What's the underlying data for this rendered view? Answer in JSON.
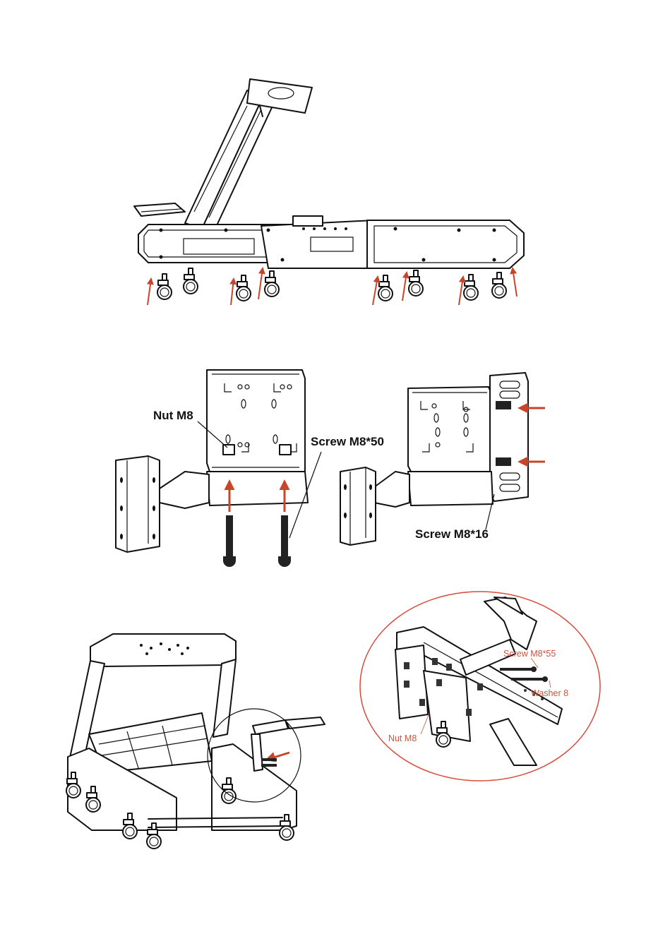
{
  "colors": {
    "arrow": "#c8452a",
    "line": "#111111",
    "callout_circle": "#d94b3c",
    "callout_text": "#d0523c"
  },
  "icons": [
    "caster-wheel-icon",
    "arrow-up-icon",
    "arrow-left-icon",
    "bolt-icon"
  ],
  "step2": {
    "labels": {
      "nut": "Nut M8",
      "screw_long": "Screw M8*50",
      "screw_short": "Screw M8*16"
    }
  },
  "step3": {
    "labels": {
      "screw": "Screw M8*55",
      "washer": "Washer 8",
      "nut": "Nut M8"
    }
  }
}
